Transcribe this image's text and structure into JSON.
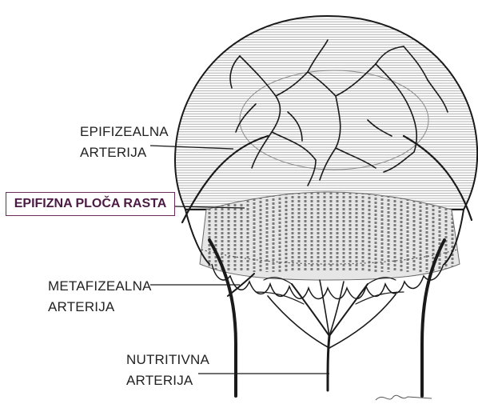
{
  "labels": {
    "epiphyseal_artery": [
      "EPIFIZEALNA",
      "ARTERIJA"
    ],
    "growth_plate": "EPIFIZNA PLOČA RASTA",
    "metaphyseal_artery": [
      "METAFIZEALNA",
      "ARTERIJA"
    ],
    "nutrient_artery": [
      "NUTRITIVNA",
      "ARTERIJA"
    ]
  },
  "colors": {
    "ink": "#1a1a1a",
    "label_text": "#222222",
    "box_border": "#6a2a5e",
    "box_text": "#4b1b44",
    "hatch": "#9a9a9a",
    "cartilage_fill": "#d9d9d9"
  }
}
